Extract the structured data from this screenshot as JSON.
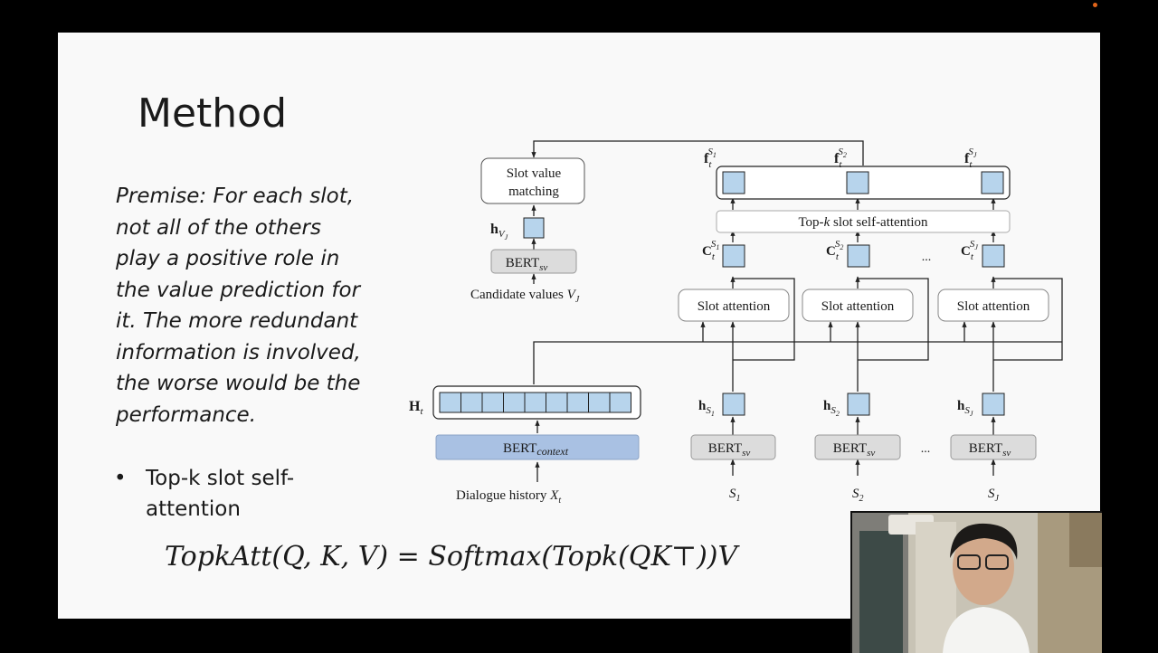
{
  "slide": {
    "title": "Method",
    "premise_lines": [
      "Premise: For each slot,",
      "not all of the others",
      "play a positive role in",
      "the value prediction for",
      "it. The more redundant",
      "information is involved,",
      "the worse would be the",
      "performance."
    ],
    "bullet": {
      "marker": "•",
      "lines": [
        "Top-k slot self-",
        "attention"
      ]
    },
    "formula": "TopkAtt(Q, K, V) = Softmax(Topk(QK⊤))V"
  },
  "diagram": {
    "slot_value_matching": [
      "Slot value",
      "matching"
    ],
    "h_v": "h",
    "h_v_sub": "V",
    "h_v_subsub": "J",
    "bert_sv_left": "BERT",
    "bert_sv_left_sub": "sv",
    "candidate_values": "Candidate values ",
    "candidate_values_var": "V",
    "candidate_values_sub": "J",
    "topk_label_pre": "Top-",
    "topk_label_k": "k",
    "topk_label_post": " slot self-attention",
    "f_labels": [
      {
        "base": "f",
        "sub": "t",
        "sup": "S",
        "supsub": "1"
      },
      {
        "base": "f",
        "sub": "t",
        "sup": "S",
        "supsub": "2"
      },
      {
        "base": "f",
        "sub": "t",
        "sup": "S",
        "supsub": "J"
      }
    ],
    "c_labels": [
      {
        "base": "C",
        "sub": "t",
        "sup": "S",
        "supsub": "1"
      },
      {
        "base": "C",
        "sub": "t",
        "sup": "S",
        "supsub": "2"
      },
      {
        "base": "C",
        "sub": "t",
        "sup": "S",
        "supsub": "J"
      }
    ],
    "slot_attention": [
      "Slot attention",
      "Slot attention",
      "Slot attention"
    ],
    "h_s_labels": [
      {
        "base": "h",
        "sub": "S",
        "subsub": "1"
      },
      {
        "base": "h",
        "sub": "S",
        "subsub": "2"
      },
      {
        "base": "h",
        "sub": "S",
        "subsub": "J"
      }
    ],
    "bert_sv": [
      {
        "base": "BERT",
        "sub": "sv"
      },
      {
        "base": "BERT",
        "sub": "sv"
      },
      {
        "base": "BERT",
        "sub": "sv"
      }
    ],
    "slot_inputs": [
      {
        "base": "S",
        "sub": "1"
      },
      {
        "base": "S",
        "sub": "2"
      },
      {
        "base": "S",
        "sub": "J"
      }
    ],
    "ellipsis": "...",
    "ht_label": "H",
    "ht_sub": "t",
    "bert_context": "BERT",
    "bert_context_sub": "context",
    "dialogue_history": "Dialogue history ",
    "dialogue_history_var": "X",
    "dialogue_history_sub": "t",
    "colors": {
      "cell_fill": "#b7d4ec",
      "bert_context_fill": "#a9c1e3",
      "bert_sv_fill": "#dcdcdc",
      "line": "#222222"
    }
  }
}
